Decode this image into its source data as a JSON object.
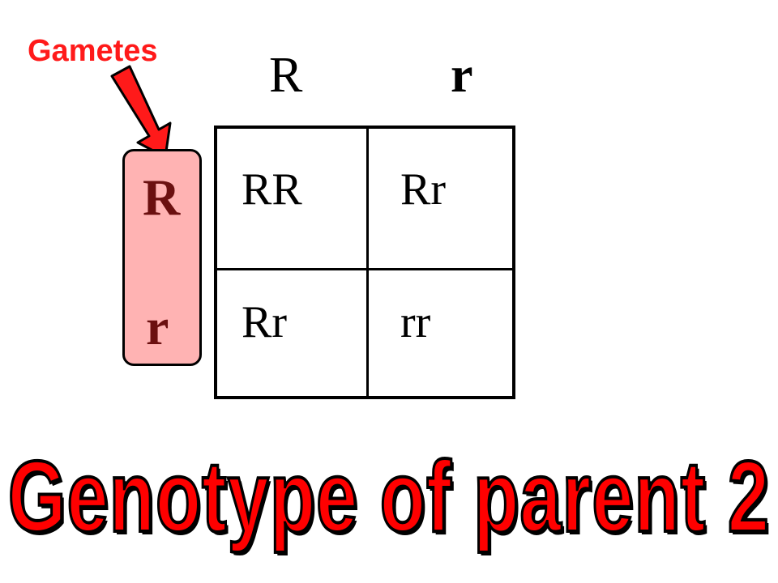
{
  "gametes_label": "Gametes",
  "top_gametes": [
    "R",
    "r"
  ],
  "side_gametes": [
    "R",
    "r"
  ],
  "cells": [
    "RR",
    "Rr",
    "Rr",
    "rr"
  ],
  "caption": "Genotype of parent 2",
  "colors": {
    "accent_red": "#ff1a1a",
    "highlight_pink": "#ffb3b3",
    "side_text": "#6b1010"
  }
}
